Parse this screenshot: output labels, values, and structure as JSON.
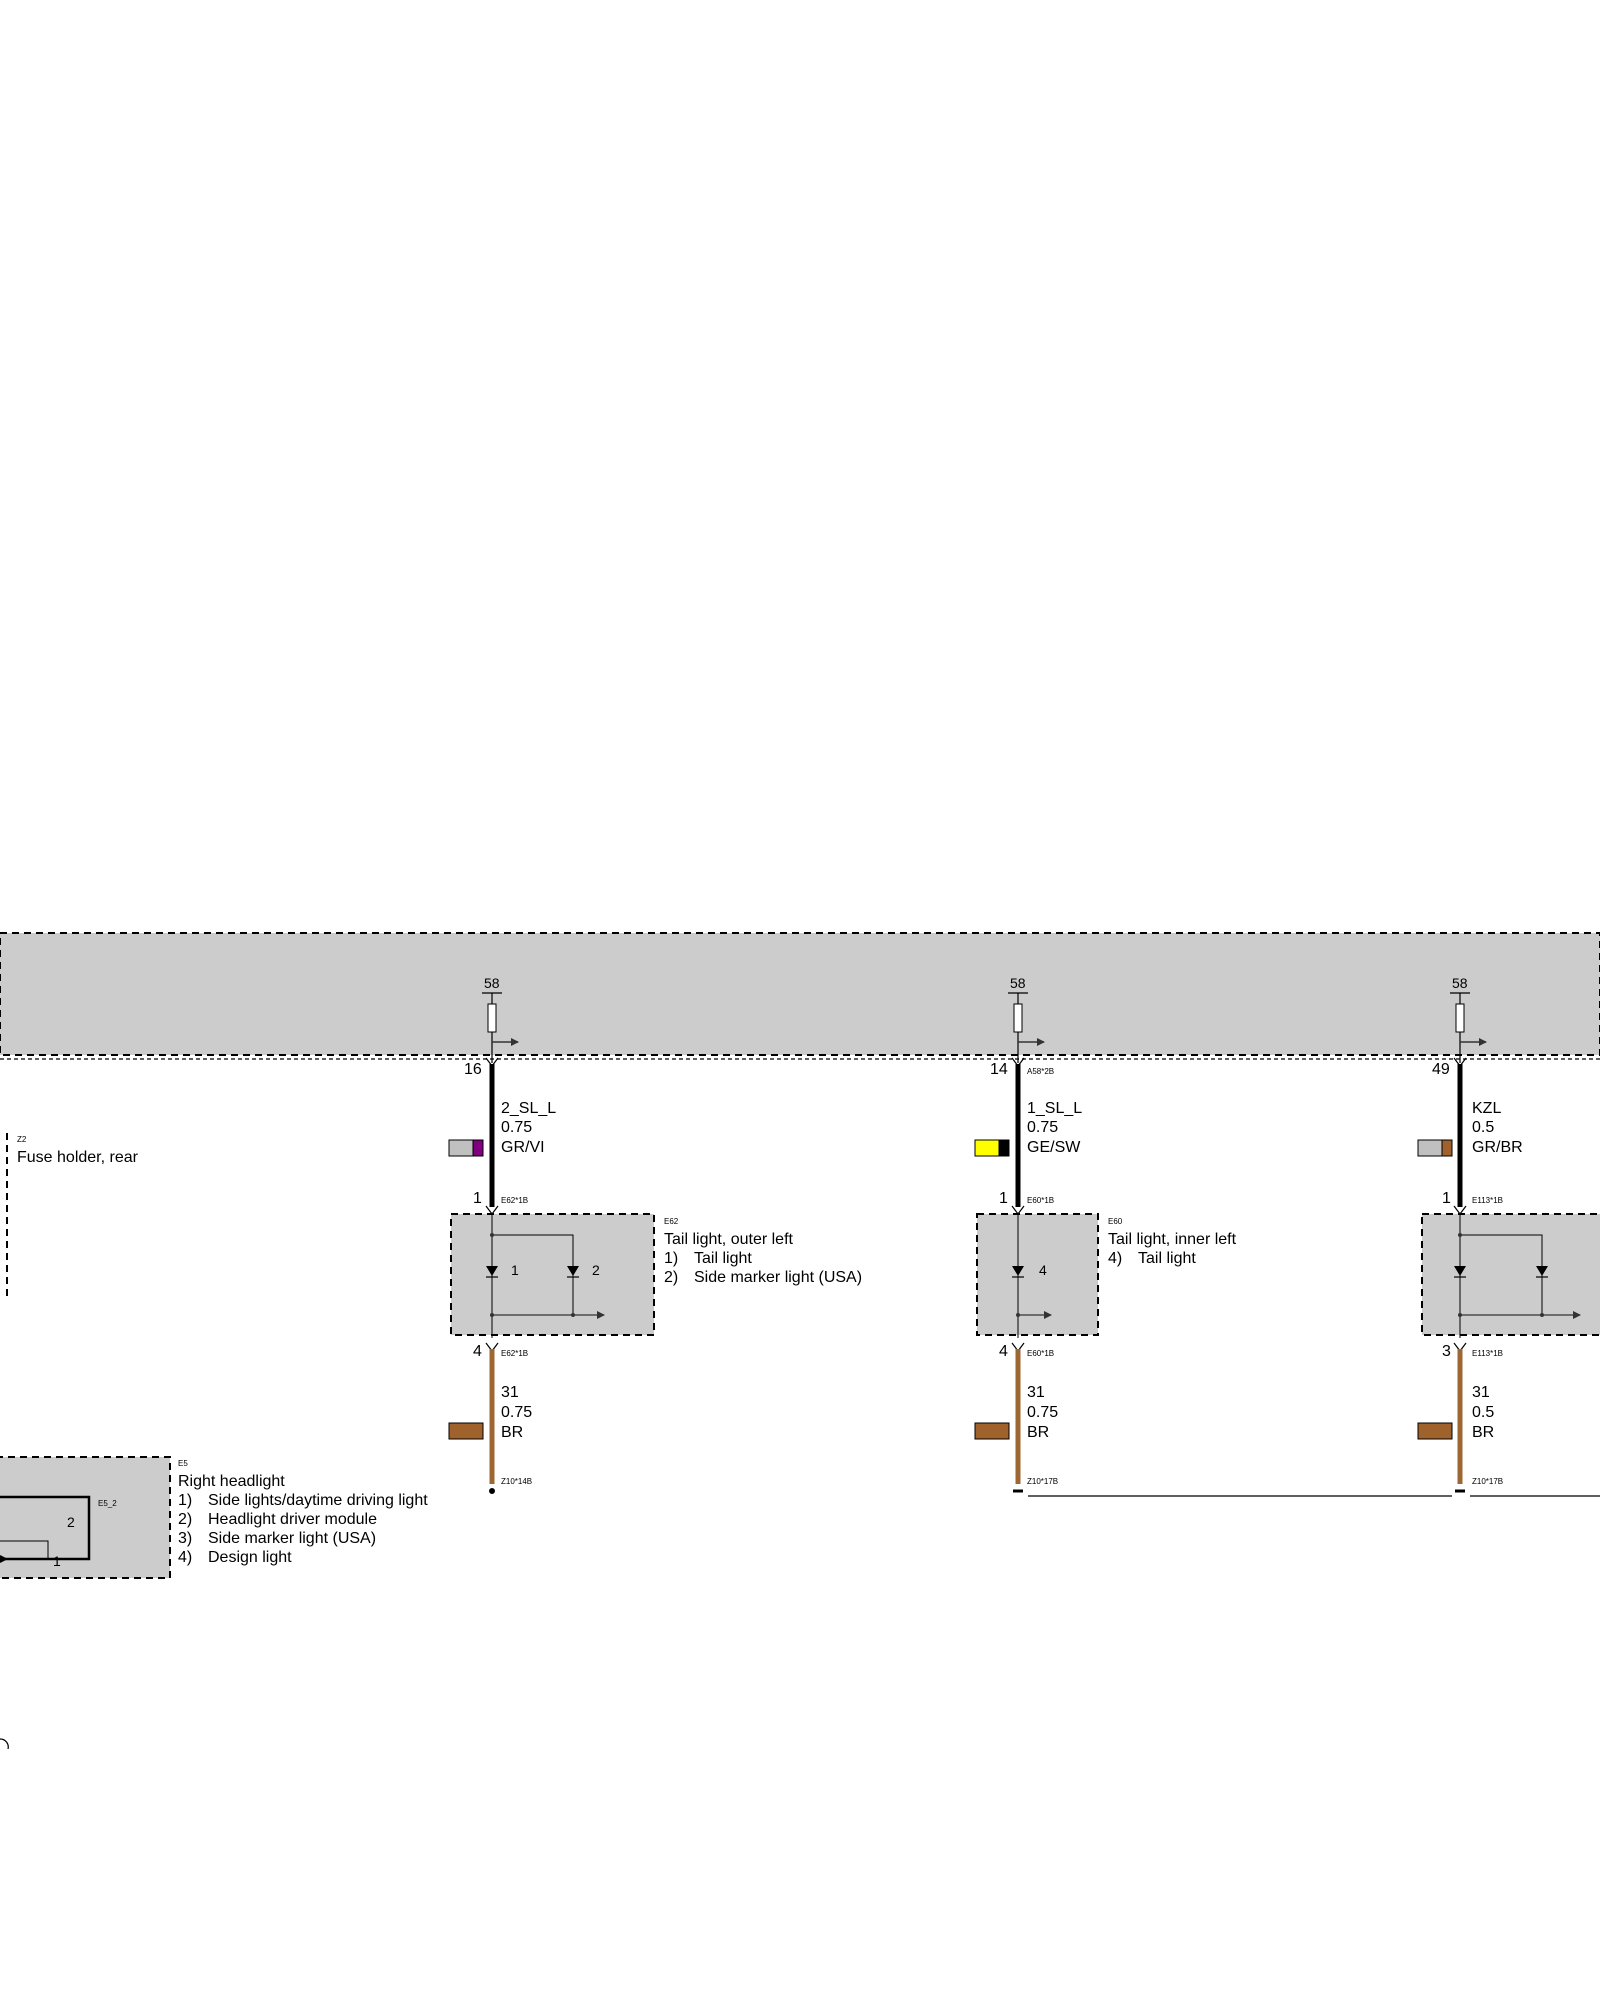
{
  "colors": {
    "module_fill": "#cccccc",
    "wire_black": "#000000",
    "wire_brown": "#9c6733",
    "gray_swatch": "#c0c0c0",
    "violet": "#800080",
    "yellow": "#ffff00",
    "brown_swatch": "#a0622d"
  },
  "fuses": [
    {
      "terminal": "58"
    },
    {
      "terminal": "58"
    },
    {
      "terminal": "58"
    }
  ],
  "upper_wires": [
    {
      "pin": "16",
      "ref": "",
      "name": "2_SL_L",
      "size": "0.75",
      "color_code": "GR/VI",
      "swatch": [
        "gray_swatch",
        "violet"
      ]
    },
    {
      "pin": "14",
      "ref": "A58*2B",
      "name": "1_SL_L",
      "size": "0.75",
      "color_code": "GE/SW",
      "swatch": [
        "yellow",
        "wire_black"
      ]
    },
    {
      "pin": "49",
      "ref": "",
      "name": "KZL",
      "size": "0.5",
      "color_code": "GR/BR",
      "swatch": [
        "gray_swatch",
        "brown_swatch"
      ]
    }
  ],
  "lights": [
    {
      "id": "E62",
      "title": "Tail light, outer left",
      "items": [
        {
          "n": "1)",
          "label": "Tail light"
        },
        {
          "n": "2)",
          "label": "Side marker light (USA)"
        }
      ],
      "top_pin": "1",
      "top_ref": "E62*1B",
      "bottom_pin": "4",
      "bottom_ref": "E62*1B",
      "led_labels": [
        "1",
        "2"
      ]
    },
    {
      "id": "E60",
      "title": "Tail light, inner left",
      "items": [
        {
          "n": "4)",
          "label": "Tail light"
        }
      ],
      "top_pin": "1",
      "top_ref": "E60*1B",
      "bottom_pin": "4",
      "bottom_ref": "E60*1B",
      "led_labels": [
        "4"
      ]
    },
    {
      "id": "",
      "title": "",
      "items": [],
      "top_pin": "1",
      "top_ref": "E113*1B",
      "bottom_pin": "3",
      "bottom_ref": "E113*1B",
      "led_labels": []
    }
  ],
  "lower_wires": [
    {
      "name": "31",
      "size": "0.75",
      "color_code": "BR",
      "ground_ref": "Z10*14B"
    },
    {
      "name": "31",
      "size": "0.75",
      "color_code": "BR",
      "ground_ref": "Z10*17B"
    },
    {
      "name": "31",
      "size": "0.5",
      "color_code": "BR",
      "ground_ref": "Z10*17B"
    }
  ],
  "fuse_holder": {
    "id": "Z2",
    "title": "Fuse holder, rear"
  },
  "headlight": {
    "id": "E5",
    "title": "Right headlight",
    "inner_ref": "E5_2",
    "inner_pin": "2",
    "inner_led": "1",
    "items": [
      {
        "n": "1)",
        "label": "Side lights/daytime driving light"
      },
      {
        "n": "2)",
        "label": "Headlight driver module"
      },
      {
        "n": "3)",
        "label": "Side marker light (USA)"
      },
      {
        "n": "4)",
        "label": "Design light"
      }
    ]
  }
}
